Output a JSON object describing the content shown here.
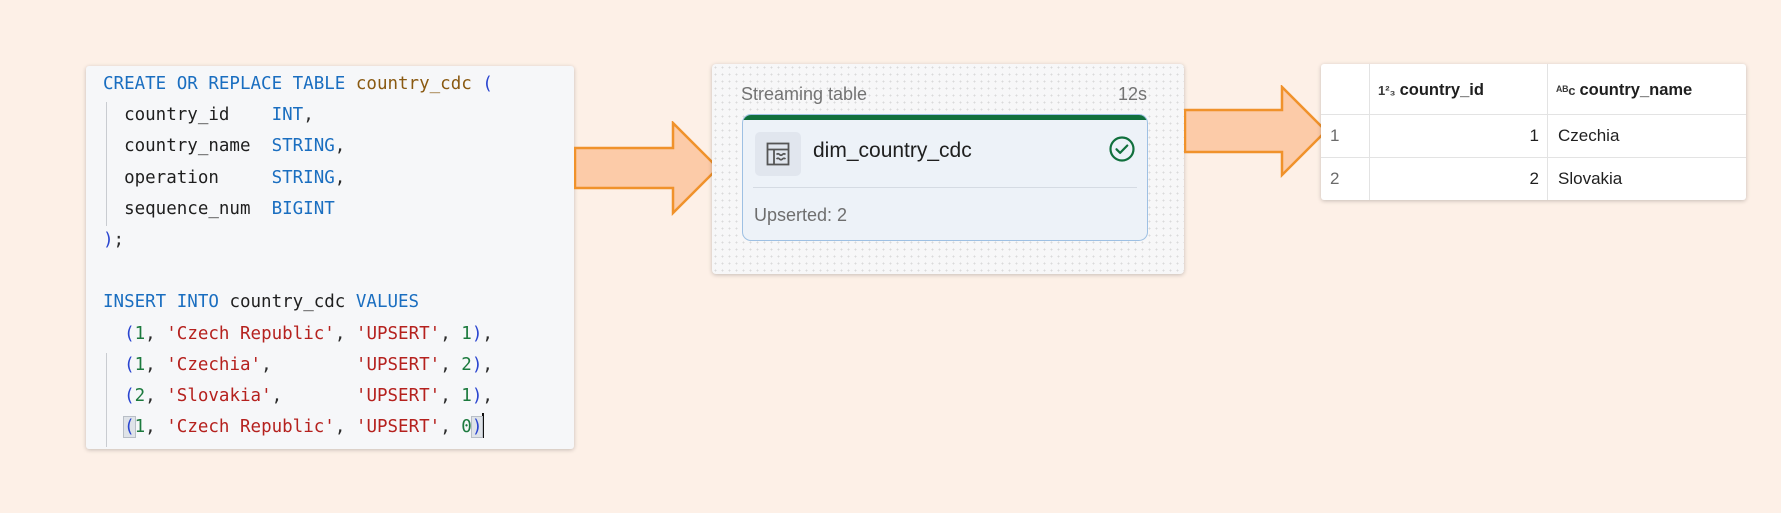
{
  "code_editor": {
    "lines": [
      [
        {
          "t": "CREATE OR REPLACE TABLE ",
          "c": "kw"
        },
        {
          "t": "country_cdc ",
          "c": "tn"
        },
        {
          "t": "(",
          "c": "pa"
        }
      ],
      [
        {
          "t": "  country_id    ",
          "c": "id"
        },
        {
          "t": "INT",
          "c": "ty"
        },
        {
          "t": ",",
          "c": "pu"
        }
      ],
      [
        {
          "t": "  country_name  ",
          "c": "id"
        },
        {
          "t": "STRING",
          "c": "ty"
        },
        {
          "t": ",",
          "c": "pu"
        }
      ],
      [
        {
          "t": "  operation     ",
          "c": "id"
        },
        {
          "t": "STRING",
          "c": "ty"
        },
        {
          "t": ",",
          "c": "pu"
        }
      ],
      [
        {
          "t": "  sequence_num  ",
          "c": "id"
        },
        {
          "t": "BIGINT",
          "c": "ty"
        }
      ],
      [
        {
          "t": ")",
          "c": "pa"
        },
        {
          "t": ";",
          "c": "pu"
        }
      ],
      [],
      [
        {
          "t": "INSERT INTO ",
          "c": "kw"
        },
        {
          "t": "country_cdc ",
          "c": "id"
        },
        {
          "t": "VALUES",
          "c": "kw"
        }
      ],
      [
        {
          "t": "  ",
          "c": "id"
        },
        {
          "t": "(",
          "c": "pa"
        },
        {
          "t": "1",
          "c": "nu"
        },
        {
          "t": ", ",
          "c": "pu"
        },
        {
          "t": "'Czech Republic'",
          "c": "st"
        },
        {
          "t": ", ",
          "c": "pu"
        },
        {
          "t": "'UPSERT'",
          "c": "st"
        },
        {
          "t": ", ",
          "c": "pu"
        },
        {
          "t": "1",
          "c": "nu"
        },
        {
          "t": ")",
          "c": "pa"
        },
        {
          "t": ",",
          "c": "pu"
        }
      ],
      [
        {
          "t": "  ",
          "c": "id"
        },
        {
          "t": "(",
          "c": "pa"
        },
        {
          "t": "1",
          "c": "nu"
        },
        {
          "t": ", ",
          "c": "pu"
        },
        {
          "t": "'Czechia'",
          "c": "st"
        },
        {
          "t": ",        ",
          "c": "pu"
        },
        {
          "t": "'UPSERT'",
          "c": "st"
        },
        {
          "t": ", ",
          "c": "pu"
        },
        {
          "t": "2",
          "c": "nu"
        },
        {
          "t": ")",
          "c": "pa"
        },
        {
          "t": ",",
          "c": "pu"
        }
      ],
      [
        {
          "t": "  ",
          "c": "id"
        },
        {
          "t": "(",
          "c": "pa"
        },
        {
          "t": "2",
          "c": "nu"
        },
        {
          "t": ", ",
          "c": "pu"
        },
        {
          "t": "'Slovakia'",
          "c": "st"
        },
        {
          "t": ",       ",
          "c": "pu"
        },
        {
          "t": "'UPSERT'",
          "c": "st"
        },
        {
          "t": ", ",
          "c": "pu"
        },
        {
          "t": "1",
          "c": "nu"
        },
        {
          "t": ")",
          "c": "pa"
        },
        {
          "t": ",",
          "c": "pu"
        }
      ],
      [
        {
          "t": "  ",
          "c": "id"
        },
        {
          "t": "(",
          "c": "pa hl"
        },
        {
          "t": "1",
          "c": "nu"
        },
        {
          "t": ", ",
          "c": "pu"
        },
        {
          "t": "'Czech Republic'",
          "c": "st"
        },
        {
          "t": ", ",
          "c": "pu"
        },
        {
          "t": "'UPSERT'",
          "c": "st"
        },
        {
          "t": ", ",
          "c": "pu"
        },
        {
          "t": "0",
          "c": "nu"
        },
        {
          "t": ")",
          "c": "pa hl"
        },
        {
          "t": "",
          "c": "cursor"
        }
      ]
    ]
  },
  "streaming_table": {
    "title": "Streaming table",
    "duration": "12s",
    "node_name": "dim_country_cdc",
    "status_text": "Upserted: 2",
    "status": "success",
    "status_color": "#11703d"
  },
  "result_table": {
    "columns": [
      {
        "type_icon": "1²₃",
        "label": "country_id"
      },
      {
        "type_icon": "ᴬᴮc",
        "label": "country_name"
      }
    ],
    "rows": [
      {
        "num": "1",
        "country_id": "1",
        "country_name": "Czechia"
      },
      {
        "num": "2",
        "country_id": "2",
        "country_name": "Slovakia"
      }
    ]
  },
  "colors": {
    "background": "#fdf0e7",
    "arrow_fill": "#fccba8",
    "arrow_stroke": "#f0922b"
  }
}
